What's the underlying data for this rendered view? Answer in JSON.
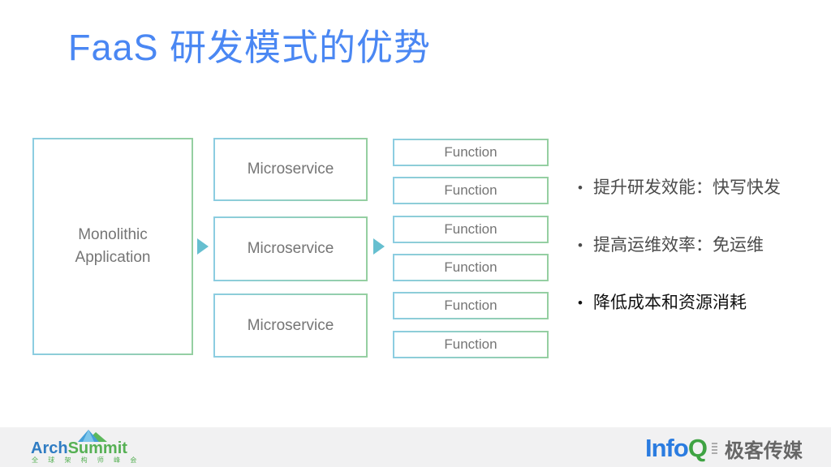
{
  "slide": {
    "title": "FaaS 研发模式的优势"
  },
  "diagram": {
    "monolith": {
      "line1": "Monolithic",
      "line2": "Application"
    },
    "microservices": [
      "Microservice",
      "Microservice",
      "Microservice"
    ],
    "functions": [
      "Function",
      "Function",
      "Function",
      "Function",
      "Function",
      "Function"
    ]
  },
  "bullets": {
    "marker": "•",
    "items": [
      {
        "text": "提升研发效能：快写快发"
      },
      {
        "text": "提高运维效率：免运维"
      },
      {
        "text": "降低成本和资源消耗"
      }
    ]
  },
  "footer": {
    "archsummit": {
      "name_part1": "Arch",
      "name_part2": "Summit",
      "subtitle": "全 球 架 构 师 峰 会"
    },
    "infoq": {
      "name_part1": "Info",
      "name_part2": "Q",
      "suffix": "极客传媒"
    }
  },
  "colors": {
    "title_blue": "#4a87f3",
    "box_border_left": "#8ccde1",
    "box_border_right": "#95cfa1",
    "box_text_gray": "#757575",
    "arrow_teal": "#66bfd0",
    "bullet_text": "#4b4b4b",
    "bullet_text_emphasis": "#121212",
    "footer_bg": "#f1f1f2",
    "archsummit_blue": "#2f7cc3",
    "archsummit_green": "#56b054",
    "infoq_blue": "#2b7ce0",
    "infoq_green": "#3fa343",
    "infoq_media_gray": "#666666"
  }
}
